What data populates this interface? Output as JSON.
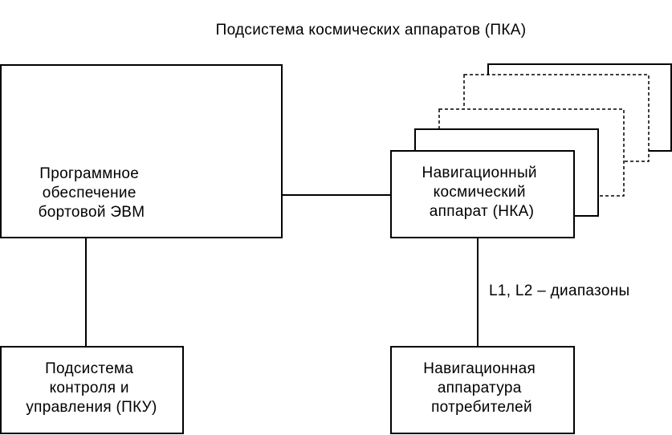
{
  "diagram": {
    "title": "Подсистема космических аппаратов (ПКА)",
    "onboard_software": {
      "lines": [
        "Программное",
        "обеспечение",
        "бортовой ЭВМ"
      ]
    },
    "nav_satellite": {
      "lines": [
        "Навигационный",
        "космический",
        "аппарат (НКА)"
      ]
    },
    "control_subsystem": {
      "lines": [
        "Подсистема",
        "контроля и",
        "управления (ПКУ)"
      ]
    },
    "user_equipment": {
      "lines": [
        "Навигационная",
        "аппаратура",
        "потребителей"
      ]
    },
    "band_label": "L1, L2 – диапазоны"
  }
}
